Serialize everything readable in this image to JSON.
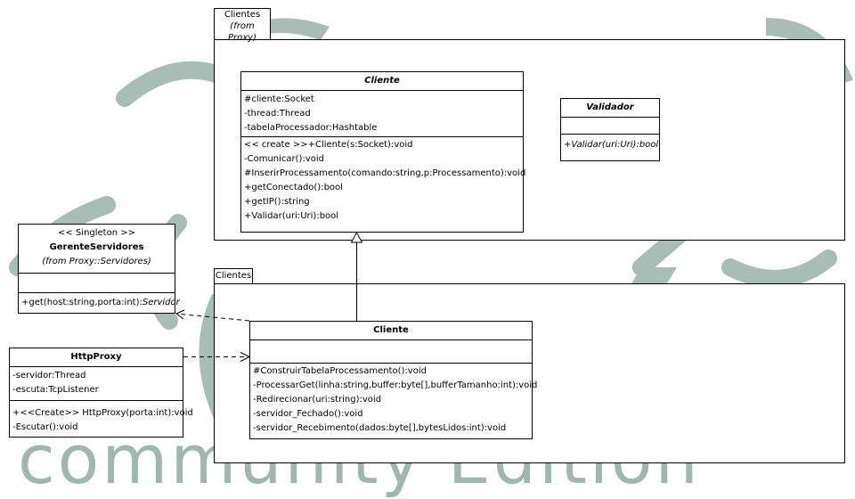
{
  "watermark": {
    "text": "community Edition",
    "color": "#9fb7b0"
  },
  "packages": [
    {
      "name": "Clientes",
      "origin": "(from Proxy)"
    },
    {
      "name": "Clientes"
    }
  ],
  "classes": {
    "cliente_top": {
      "name": "Cliente",
      "attributes": [
        "#cliente:Socket",
        "-thread:Thread",
        "-tabelaProcessador:Hashtable"
      ],
      "operations": [
        "<< create >>+Cliente(s:Socket):void",
        "-Comunicar():void",
        "#InserirProcessamento(comando:string,p:Processamento):void",
        "+getConectado():bool",
        "+getIP():string",
        "+Validar(uri:Uri):bool"
      ]
    },
    "validador": {
      "name": "Validador",
      "operations": [
        "+Validar(uri:Uri):bool"
      ]
    },
    "gerente": {
      "stereotype": "<< Singleton >>",
      "name": "GerenteServidores",
      "origin": "(from Proxy::Servidores)",
      "operation_prefix": "+get(host:string,porta:int):",
      "operation_return": "Servidor"
    },
    "httpproxy": {
      "name": "HttpProxy",
      "attributes": [
        "-servidor:Thread",
        "-escuta:TcpListener"
      ],
      "operations": [
        "+<<Create>> HttpProxy(porta:int):void",
        "-Escutar():void"
      ]
    },
    "cliente_bottom": {
      "name": "Cliente",
      "operations": [
        "#ConstruirTabelaProcessamento():void",
        "-ProcessarGet(linha:string,buffer:byte[],bufferTamanho:int):void",
        "-Redirecionar(uri:string):void",
        "-servidor_Fechado():void",
        "-servidor_Recebimento(dados:byte[],bytesLidos:int):void"
      ]
    }
  }
}
